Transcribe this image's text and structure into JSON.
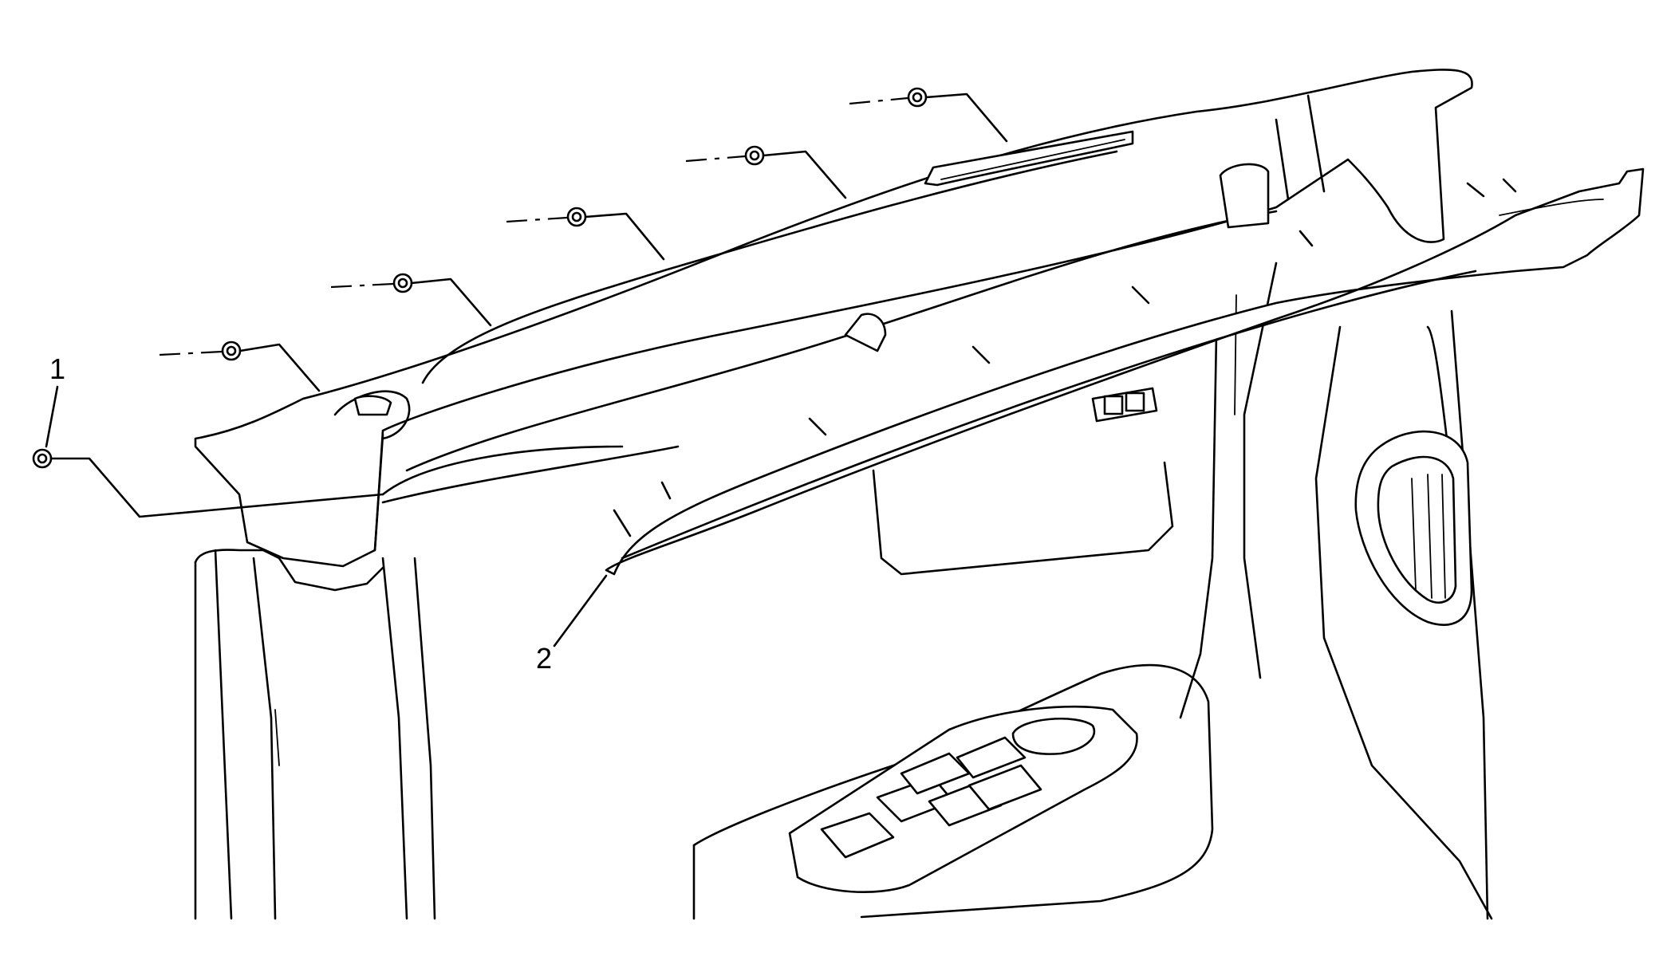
{
  "callouts": [
    {
      "label": "1",
      "part": "nut"
    },
    {
      "label": "2",
      "part": "trim-panel"
    }
  ]
}
